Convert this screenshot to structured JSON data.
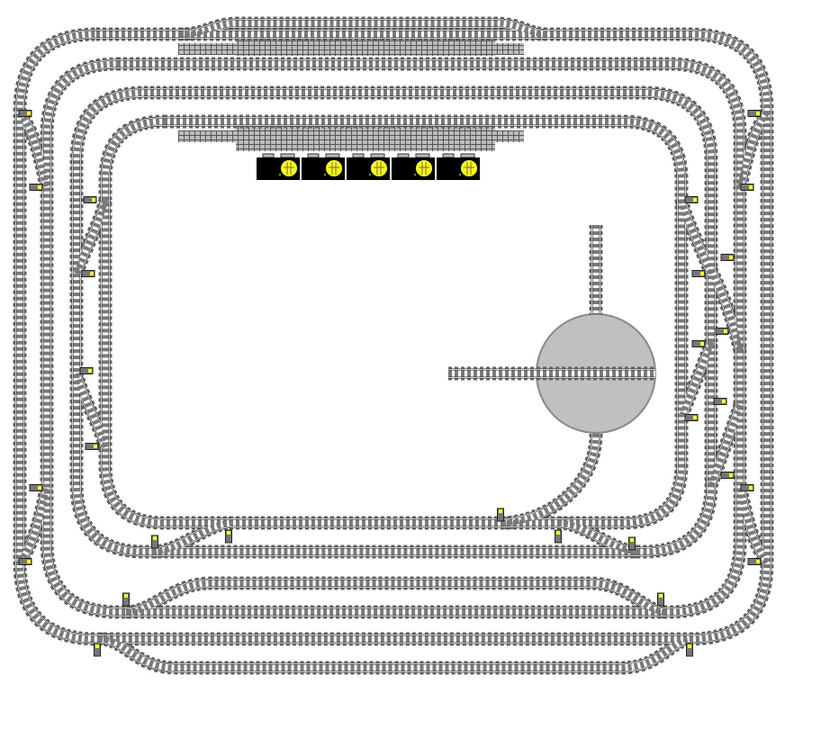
{
  "colors": {
    "background": "#ffffff",
    "tie": "#666666",
    "rail": "#333333",
    "rail_gap": "#ffffff",
    "inner_tie": "#7a7a7a",
    "platform": "#bdbdbd",
    "platform_grid": "#555555",
    "turntable_fill": "#c0c0c0",
    "turntable_edge": "#888888",
    "panel_bg": "#000000",
    "panel_lamp": "#ffff00",
    "panel_led": "#00cc00",
    "signal_light": "#ffff00"
  },
  "switch_panel": {
    "items": [
      {
        "icon": "switch-lamp-icon",
        "state": "on"
      },
      {
        "icon": "switch-lamp-icon",
        "state": "on"
      },
      {
        "icon": "switch-lamp-icon",
        "state": "on"
      },
      {
        "icon": "switch-lamp-icon",
        "state": "on"
      },
      {
        "icon": "switch-lamp-icon",
        "state": "on"
      }
    ]
  },
  "icons": {
    "signal": "signal-icon",
    "turntable": "turntable-icon",
    "platform": "platform-icon"
  }
}
